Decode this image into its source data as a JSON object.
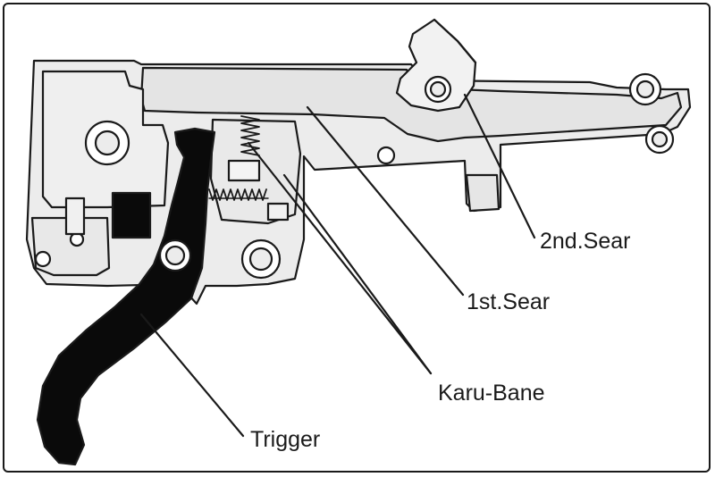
{
  "labels": {
    "second_sear": "2nd.Sear",
    "first_sear": "1st.Sear",
    "spring": "Karu-Bane",
    "trigger": "Trigger"
  },
  "colors": {
    "outline": "#1a1a1a",
    "body_fill": "#ececec",
    "trigger_fill": "#0a0a0a",
    "background": "#ffffff"
  }
}
